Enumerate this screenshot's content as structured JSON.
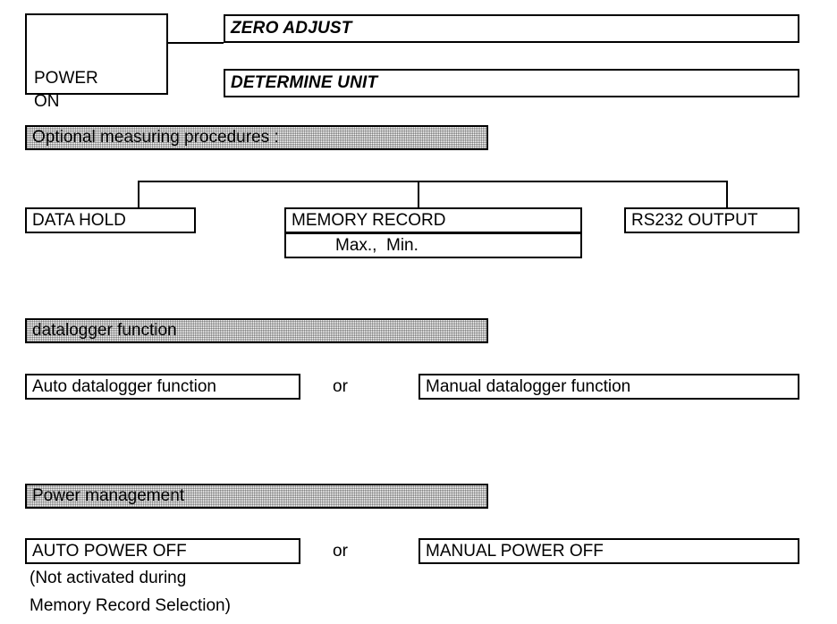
{
  "diagram": {
    "title": "Measurement device operation flow",
    "colors": {
      "stroke": "#000000",
      "fill": "#ffffff",
      "shaded_fill": "#d8d8d8",
      "text": "#000000"
    }
  },
  "startup": {
    "power_on": "POWER\nON",
    "zero_adjust": "ZERO ADJUST",
    "determine_unit": "DETERMINE UNIT"
  },
  "optional": {
    "header": "Optional measuring procedures :",
    "branches": [
      {
        "label": "DATA HOLD"
      },
      {
        "label": "MEMORY RECORD",
        "sub": "Max.,  Min."
      },
      {
        "label": "RS232 OUTPUT"
      }
    ]
  },
  "datalogger": {
    "header": "datalogger function",
    "option_a": "Auto datalogger function",
    "conjunction": "or",
    "option_b": "Manual datalogger function"
  },
  "power_management": {
    "header": "Power management",
    "option_a": "AUTO POWER OFF",
    "conjunction": "or",
    "option_b": "MANUAL POWER OFF",
    "note_line_1": "(Not activated during",
    "note_line_2": "Memory Record Selection)"
  }
}
